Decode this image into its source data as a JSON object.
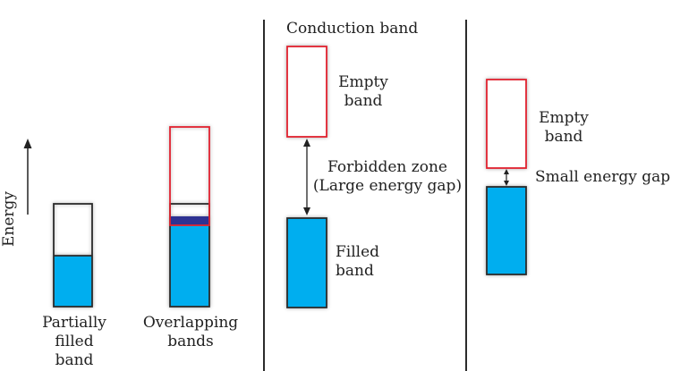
{
  "colors": {
    "filled": "#00aeef",
    "empty_border": "#e0242f",
    "neutral_border": "#2b2b2b",
    "overlap": "#2e3192",
    "divider": "#2b2b2b"
  },
  "axis": {
    "label": "Energy"
  },
  "panel_metal": {
    "partial_label": [
      "Partially",
      "filled",
      "band"
    ],
    "overlap_label": [
      "Overlapping",
      "bands"
    ]
  },
  "panel_insulator": {
    "conduction_label": "Conduction band",
    "empty_label": [
      "Empty",
      "band"
    ],
    "gap_label": [
      "Forbidden zone",
      "(Large energy gap)"
    ],
    "filled_label": [
      "Filled",
      "band"
    ]
  },
  "panel_semiconductor": {
    "empty_label": [
      "Empty",
      "band"
    ],
    "gap_label": "Small energy gap"
  }
}
